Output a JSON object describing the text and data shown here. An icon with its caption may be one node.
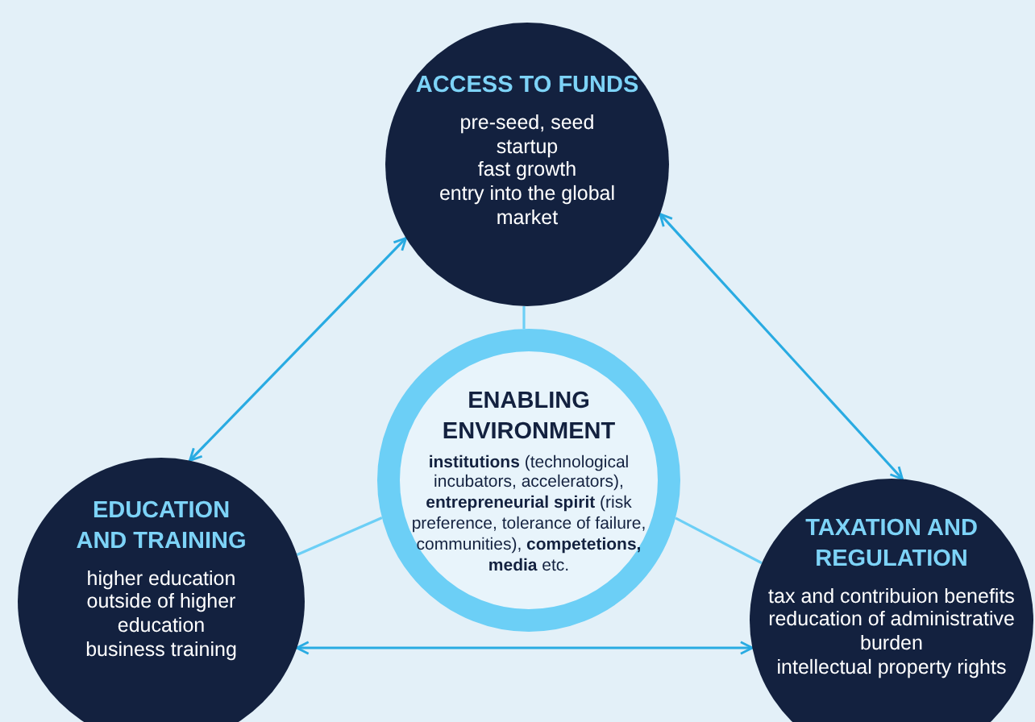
{
  "diagram": {
    "nodes": [
      {
        "text": [
          "ACCESS TO FUNDS",
          "pre-seed, seed",
          "startup",
          "fast growth",
          "entry into the global market"
        ]
      },
      {
        "text": [
          "ENABLING ENVIRONMENT",
          "**institutions** (technological incubators, accelerators), **entrepreneurial spirit** (risk preference, tolerance of failure, communities), **competetions, media** etc."
        ]
      },
      {
        "text": [
          "EDUCATION AND TRAINING",
          "higher education",
          "outside of higher education",
          "business training"
        ]
      },
      {
        "text": [
          "TAXATION AND REGULATION",
          "tax and contribuion benefits",
          "reducation of administrative burden",
          "intellectual property rights"
        ]
      }
    ],
    "edges": [
      {
        "from": 2,
        "to": 0,
        "arrow": "both"
      },
      {
        "from": 0,
        "to": 3,
        "arrow": "both"
      },
      {
        "from": 2,
        "to": 3,
        "arrow": "both"
      },
      {
        "from": 1,
        "to": 0,
        "arrow": "none",
        "color": "#6ccff6"
      },
      {
        "from": 1,
        "to": 2,
        "arrow": "none",
        "color": "#6ccff6"
      },
      {
        "from": 1,
        "to": 3,
        "arrow": "none",
        "color": "#6ccff6"
      }
    ]
  }
}
